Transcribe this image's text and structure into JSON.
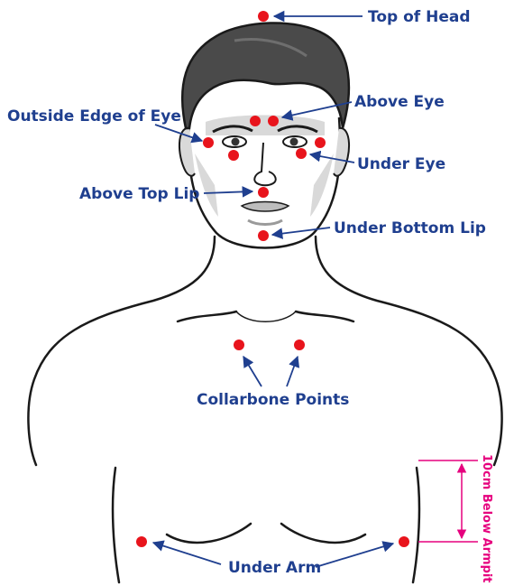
{
  "labels": {
    "top_of_head": "Top of Head",
    "outside_edge_of_eye": "Outside Edge of Eye",
    "above_eye": "Above Eye",
    "under_eye": "Under Eye",
    "above_top_lip": "Above Top Lip",
    "under_bottom_lip": "Under Bottom Lip",
    "collarbone_points": "Collarbone Points",
    "under_arm": "Under Arm",
    "armpit_note": "10cm Below Armpit"
  },
  "colors": {
    "label": "#1f3f8f",
    "arrow": "#1f3f8f",
    "point": "#e8141c",
    "armpit_note": "#e6007e",
    "outline": "#1a1a1a",
    "hair": "#4a4a4a",
    "skin_shade": "#d9d9d9"
  }
}
